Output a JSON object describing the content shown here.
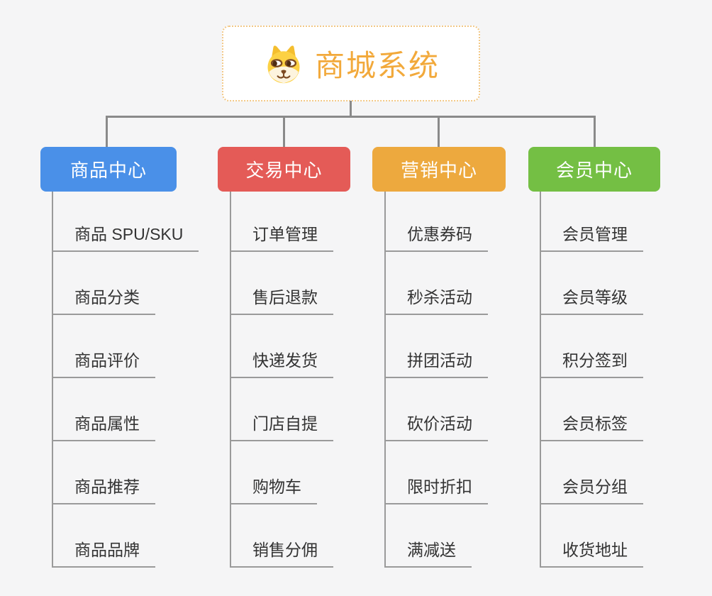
{
  "background_color": "#f5f5f6",
  "connector_color": "#8a8a8a",
  "leaf_line_color": "#9a9a9a",
  "root": {
    "title": "商城系统",
    "icon": "dog-face-icon",
    "title_color": "#f2a93b",
    "border_color": "#f2c886"
  },
  "branches": [
    {
      "label": "商品中心",
      "color": "#4a90e8",
      "children": [
        "商品 SPU/SKU",
        "商品分类",
        "商品评价",
        "商品属性",
        "商品推荐",
        "商品品牌"
      ]
    },
    {
      "label": "交易中心",
      "color": "#e45b57",
      "children": [
        "订单管理",
        "售后退款",
        "快递发货",
        "门店自提",
        "购物车",
        "销售分佣"
      ]
    },
    {
      "label": "营销中心",
      "color": "#eda93e",
      "children": [
        "优惠券码",
        "秒杀活动",
        "拼团活动",
        "砍价活动",
        "限时折扣",
        "满减送"
      ]
    },
    {
      "label": "会员中心",
      "color": "#74bf44",
      "children": [
        "会员管理",
        "会员等级",
        "积分签到",
        "会员标签",
        "会员分组",
        "收货地址"
      ]
    }
  ]
}
